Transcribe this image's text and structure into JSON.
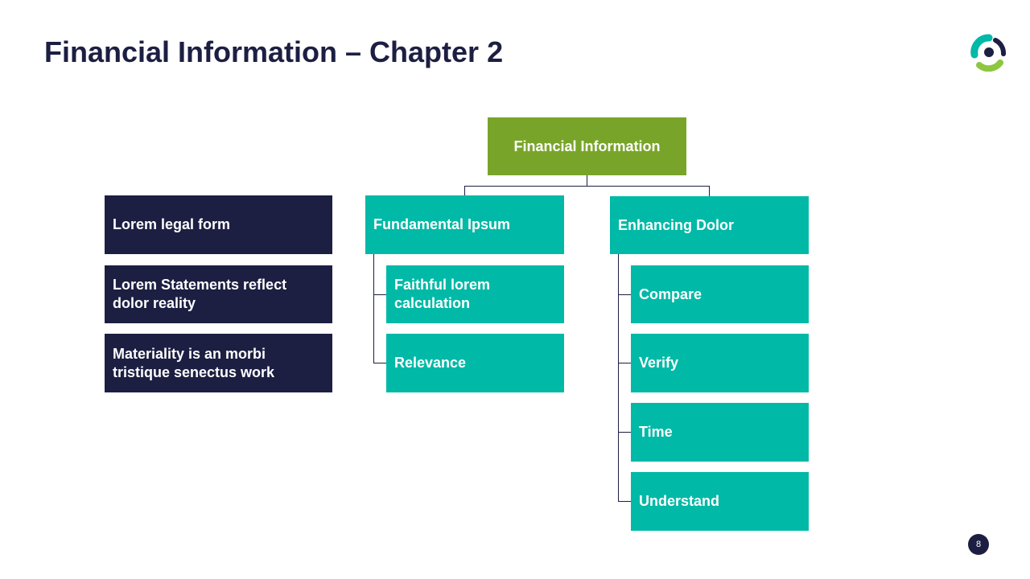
{
  "slide": {
    "title": "Financial Information – Chapter 2",
    "page_number": "8",
    "logo_icon": "circular-swirl-logo-icon"
  },
  "colors": {
    "navy": "#1c1f42",
    "teal": "#00b9a6",
    "green": "#78a529",
    "white": "#ffffff"
  },
  "left_panel": {
    "items": [
      "Lorem legal form",
      "Lorem Statements reflect dolor reality",
      "Materiality is an morbi tristique senectus work"
    ]
  },
  "diagram": {
    "root": "Financial Information",
    "branches": [
      {
        "label": "Fundamental Ipsum",
        "children": [
          "Faithful lorem calculation",
          "Relevance"
        ]
      },
      {
        "label": "Enhancing Dolor",
        "children": [
          "Compare",
          "Verify",
          "Time",
          "Understand"
        ]
      }
    ]
  }
}
